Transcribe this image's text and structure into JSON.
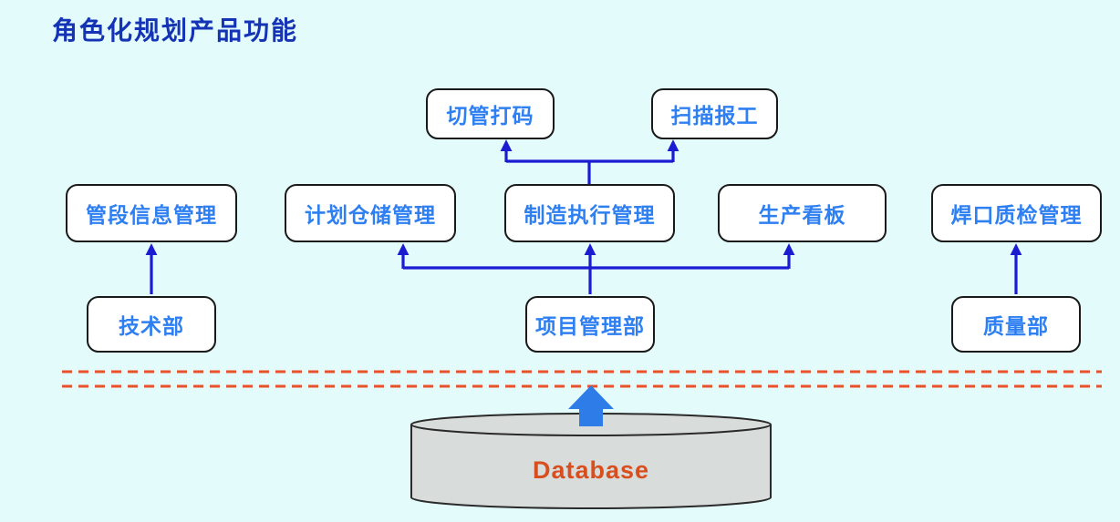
{
  "title": "角色化规划产品功能",
  "nodes": {
    "functions_top": [
      {
        "label": "切管打码"
      },
      {
        "label": "扫描报工"
      }
    ],
    "functions_main": [
      {
        "label": "管段信息管理"
      },
      {
        "label": "计划仓储管理"
      },
      {
        "label": "制造执行管理"
      },
      {
        "label": "生产看板"
      },
      {
        "label": "焊口质检管理"
      }
    ],
    "departments": [
      {
        "label": "技术部"
      },
      {
        "label": "项目管理部"
      },
      {
        "label": "质量部"
      }
    ]
  },
  "database": {
    "label": "Database"
  },
  "colors": {
    "background": "#e3fcfb",
    "title_text": "#1433b5",
    "node_text": "#2e7ff2",
    "node_border": "#1a1a1a",
    "connector": "#1b1bd1",
    "divider_dashed": "#e8512c",
    "cylinder_fill": "#d8dcda",
    "cylinder_border": "#2a2a2a",
    "database_text": "#d94e1f",
    "up_arrow": "#2e7ce8"
  }
}
